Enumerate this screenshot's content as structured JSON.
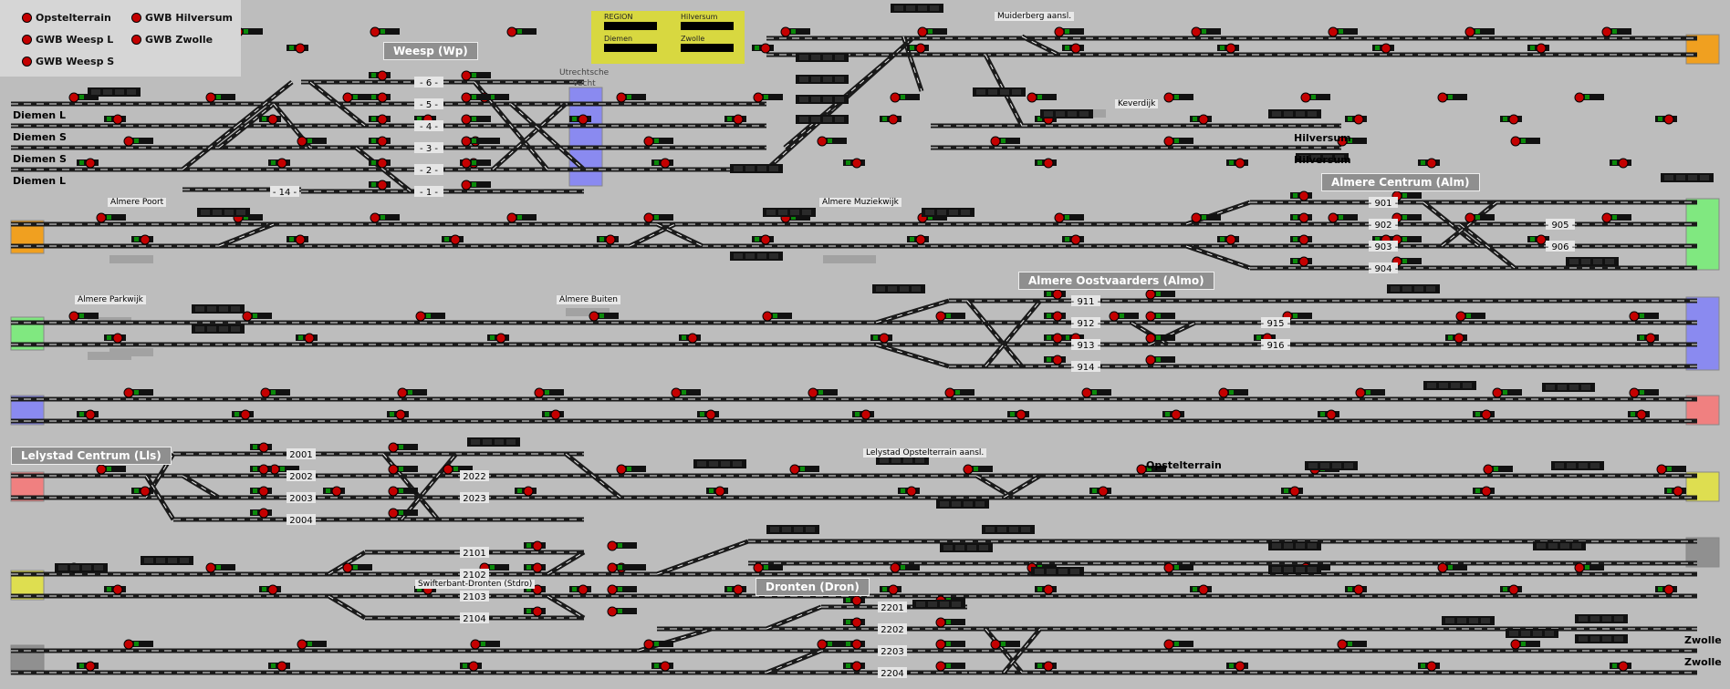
{
  "legend": {
    "items": [
      {
        "label": "Opstelterrain"
      },
      {
        "label": "GWB Hilversum"
      },
      {
        "label": "GWB Weesp L"
      },
      {
        "label": "GWB Zwolle"
      },
      {
        "label": "GWB Weesp S"
      }
    ]
  },
  "region_panel": {
    "labels": [
      "REGION",
      "Hilversum",
      "Diemen",
      "Zwolle"
    ]
  },
  "stations": {
    "weesp": "Weesp (Wp)",
    "almere_centrum": "Almere Centrum (Alm)",
    "almere_oostvaarders": "Almere Oostvaarders (Almo)",
    "lelystad": "Lelystad Centrum (Lls)",
    "dronten": "Dronten (Dron)"
  },
  "places": {
    "utrechtsche_vecht": "Utrechtsche\nVecht",
    "muiderberg": "Muiderberg aansl.",
    "keverdijk": "Keverdijk",
    "almere_poort": "Almere Poort",
    "almere_muziekwijk": "Almere Muziekwijk",
    "almere_parkwijk": "Almere Parkwijk",
    "almere_buiten": "Almere Buiten",
    "lelystad_opstel": "Lelystad Opstelterrain aansl.",
    "opstelterrain": "Opstelterrain",
    "swifterbant": "Swifterbant-Dronten (Stdro)"
  },
  "ends": {
    "diemen_l_1": "Diemen L",
    "diemen_s_1": "Diemen S",
    "diemen_s_2": "Diemen S",
    "diemen_l_2": "Diemen L",
    "hilversum_1": "Hilversum",
    "hilversum_2": "Hilversum",
    "zwolle_1": "Zwolle",
    "zwolle_2": "Zwolle"
  },
  "track_numbers": {
    "weesp": [
      "6",
      "5",
      "4",
      "3",
      "2",
      "1",
      "14"
    ],
    "almere_centrum": [
      "901",
      "902",
      "903",
      "904",
      "905",
      "906"
    ],
    "almere_oostvaarders": [
      "911",
      "912",
      "913",
      "914",
      "915",
      "916"
    ],
    "lelystad": [
      "2001",
      "2002",
      "2003",
      "2004",
      "2022",
      "2023"
    ],
    "swifterbant": [
      "2101",
      "2102",
      "2103",
      "2104"
    ],
    "dronten": [
      "2201",
      "2202",
      "2203",
      "2204"
    ]
  },
  "colors": {
    "background": "#bdbdbd",
    "signal_red": "#c40000",
    "signal_green": "#0a8a0a",
    "orange_zone": "#f0a020",
    "green_zone": "#80e880",
    "blue_zone": "#8a8af0",
    "red_zone": "#f08080",
    "yellow_zone": "#dede50",
    "region_yellow": "#d8d840"
  }
}
